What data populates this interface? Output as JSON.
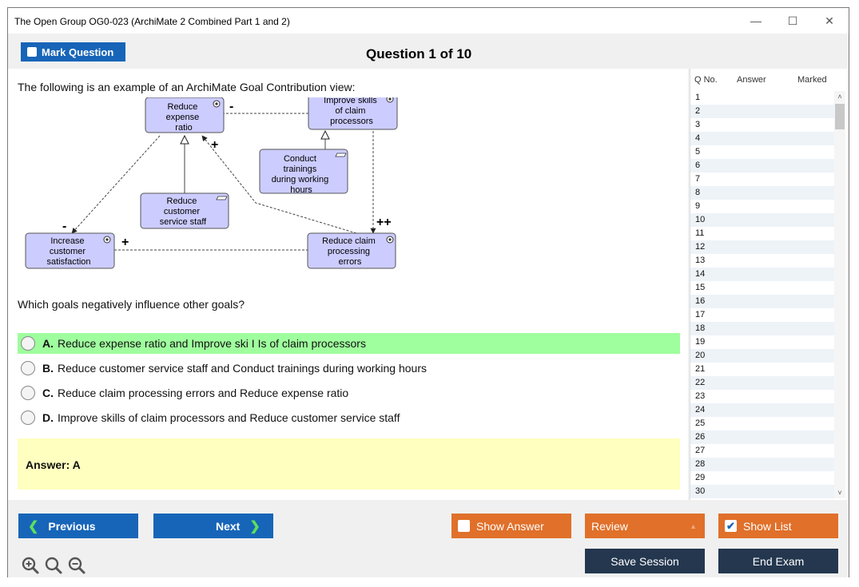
{
  "window": {
    "title": "The Open Group OG0-023 (ArchiMate 2 Combined Part 1 and 2)",
    "controls": {
      "minimize": "—",
      "maximize": "☐",
      "close": "✕"
    }
  },
  "header": {
    "mark_label": "Mark Question",
    "question_title": "Question 1 of 10"
  },
  "question": {
    "prompt": "The following is an example of an ArchiMate Goal Contribution view:",
    "text": "Which goals negatively influence other goals?",
    "options": [
      {
        "letter": "A.",
        "text": "Reduce expense ratio and Improve ski I Is of claim processors",
        "selected": true
      },
      {
        "letter": "B.",
        "text": "Reduce customer service staff and Conduct trainings during working hours",
        "selected": false
      },
      {
        "letter": "C.",
        "text": "Reduce claim processing errors and Reduce expense ratio",
        "selected": false
      },
      {
        "letter": "D.",
        "text": "Improve skills of claim processors and Reduce customer service staff",
        "selected": false
      }
    ],
    "answer": "Answer: A"
  },
  "diagram": {
    "goals": {
      "reduce_expense": [
        "Reduce",
        "expense",
        "ratio"
      ],
      "improve_skills": [
        "Improve skills",
        "of claim",
        "processors"
      ],
      "conduct_trainings": [
        "Conduct",
        "trainings",
        "during working",
        "hours"
      ],
      "reduce_staff": [
        "Reduce",
        "customer",
        "service staff"
      ],
      "increase_satisfaction": [
        "Increase",
        "customer",
        "satisfaction"
      ],
      "reduce_errors": [
        "Reduce claim",
        "processing",
        "errors"
      ]
    },
    "signs": {
      "minus": "-",
      "plus": "+",
      "plusplus": "++"
    }
  },
  "list": {
    "headers": {
      "qno": "Q No.",
      "answer": "Answer",
      "marked": "Marked"
    },
    "rows": [
      "1",
      "2",
      "3",
      "4",
      "5",
      "6",
      "7",
      "8",
      "9",
      "10",
      "11",
      "12",
      "13",
      "14",
      "15",
      "16",
      "17",
      "18",
      "19",
      "20",
      "21",
      "22",
      "23",
      "24",
      "25",
      "26",
      "27",
      "28",
      "29",
      "30"
    ],
    "scroll_up": "˄",
    "scroll_down": "˅"
  },
  "footer": {
    "previous": "Previous",
    "next": "Next",
    "show_answer": "Show Answer",
    "review": "Review",
    "review_arrow": "▲",
    "show_list": "Show List",
    "save_session": "Save Session",
    "end_exam": "End Exam",
    "chev_left": "❮",
    "chev_right": "❯",
    "check": "✔"
  },
  "colors": {
    "primary_blue": "#1765b8",
    "orange": "#e0702a",
    "dark_navy": "#24374f",
    "selected_green": "#9ffe9d",
    "answer_yellow": "#ffffc0",
    "goal_fill": "#ccccff"
  }
}
